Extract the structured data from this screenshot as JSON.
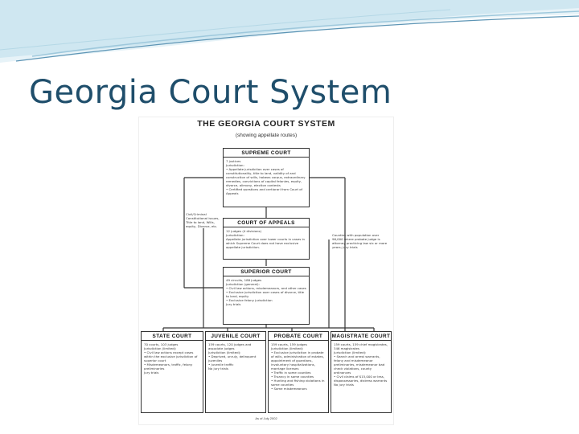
{
  "slide": {
    "title": "Georgia Court System",
    "accent_colors": {
      "wave_light": "#cfe7f1",
      "wave_mid": "#9ec8dc",
      "wave_dark": "#5d95b5",
      "title": "#1f4e6b"
    }
  },
  "diagram": {
    "title": "THE GEORGIA COURT SYSTEM",
    "subtitle": "(showing appellate routes)",
    "supreme": {
      "head": "SUPREME COURT",
      "body": "7 justices\nJurisdiction:\n• Appellate jurisdiction over cases of constitutionality, title to land, validity of and construction of wills, habeas corpus, extraordinary remedies, convictions of capital felonies, equity, divorce, alimony, election contests\n• Certified questions and certiorari from Court of Appeals"
    },
    "appeals": {
      "head": "COURT OF APPEALS",
      "body": "12 judges (4 divisions)\nJurisdiction:\nAppellate jurisdiction over lower courts in cases in which Supreme Court does not have exclusive appellate jurisdiction."
    },
    "superior": {
      "head": "SUPERIOR COURT",
      "body": "49 circuits, 188 judges\nJurisdiction (general):\n• Civil law actions, misdemeanors, and other cases\n• Exclusive jurisdiction over cases of divorce, title to land, equity\n• Exclusive felony jurisdiction\nJury trials"
    },
    "state": {
      "head": "STATE COURT",
      "body": "70 courts, 103 judges\nJurisdiction (limited):\n• Civil law actions except cases within the exclusive jurisdiction of superior court\n• Misdemeanors, traffic, felony preliminaries\nJury trials"
    },
    "juvenile": {
      "head": "JUVENILE COURT",
      "body": "159 courts, 120 judges and associate judges\nJurisdiction (limited):\n• Deprived, unruly, delinquent juveniles\n• Juvenile traffic\nNo jury trials"
    },
    "probate": {
      "head": "PROBATE COURT",
      "body": "159 courts, 159 judges\nJurisdiction (limited):\n• Exclusive jurisdiction in probate of wills, administration of estates, appointment of guardians, involuntary hospitalizations, marriage licenses\n• Traffic in some counties\n• Truancy in some counties\n• Hunting and fishing violations in some counties\n• Some misdemeanors"
    },
    "magistrate": {
      "head": "MAGISTRATE COURT",
      "body": "159 courts, 159 chief magistrates, 346 magistrates\nJurisdiction (limited):\n• Search and arrest warrants, felony and misdemeanor preliminaries, misdemeanor bad check violations, county ordinances\n• Civil claims of $15,000 or less, dispossessories, distress warrants\nNo jury trials"
    },
    "notes": {
      "left": "Civil/Criminal Constitutional issues, Title to land, Wills, equity, Divorce, etc.",
      "right": "Counties with population over 96,000 where probate judge is attorney practicing law six or more years; jury trials"
    },
    "footnote": "As of July 2002"
  }
}
